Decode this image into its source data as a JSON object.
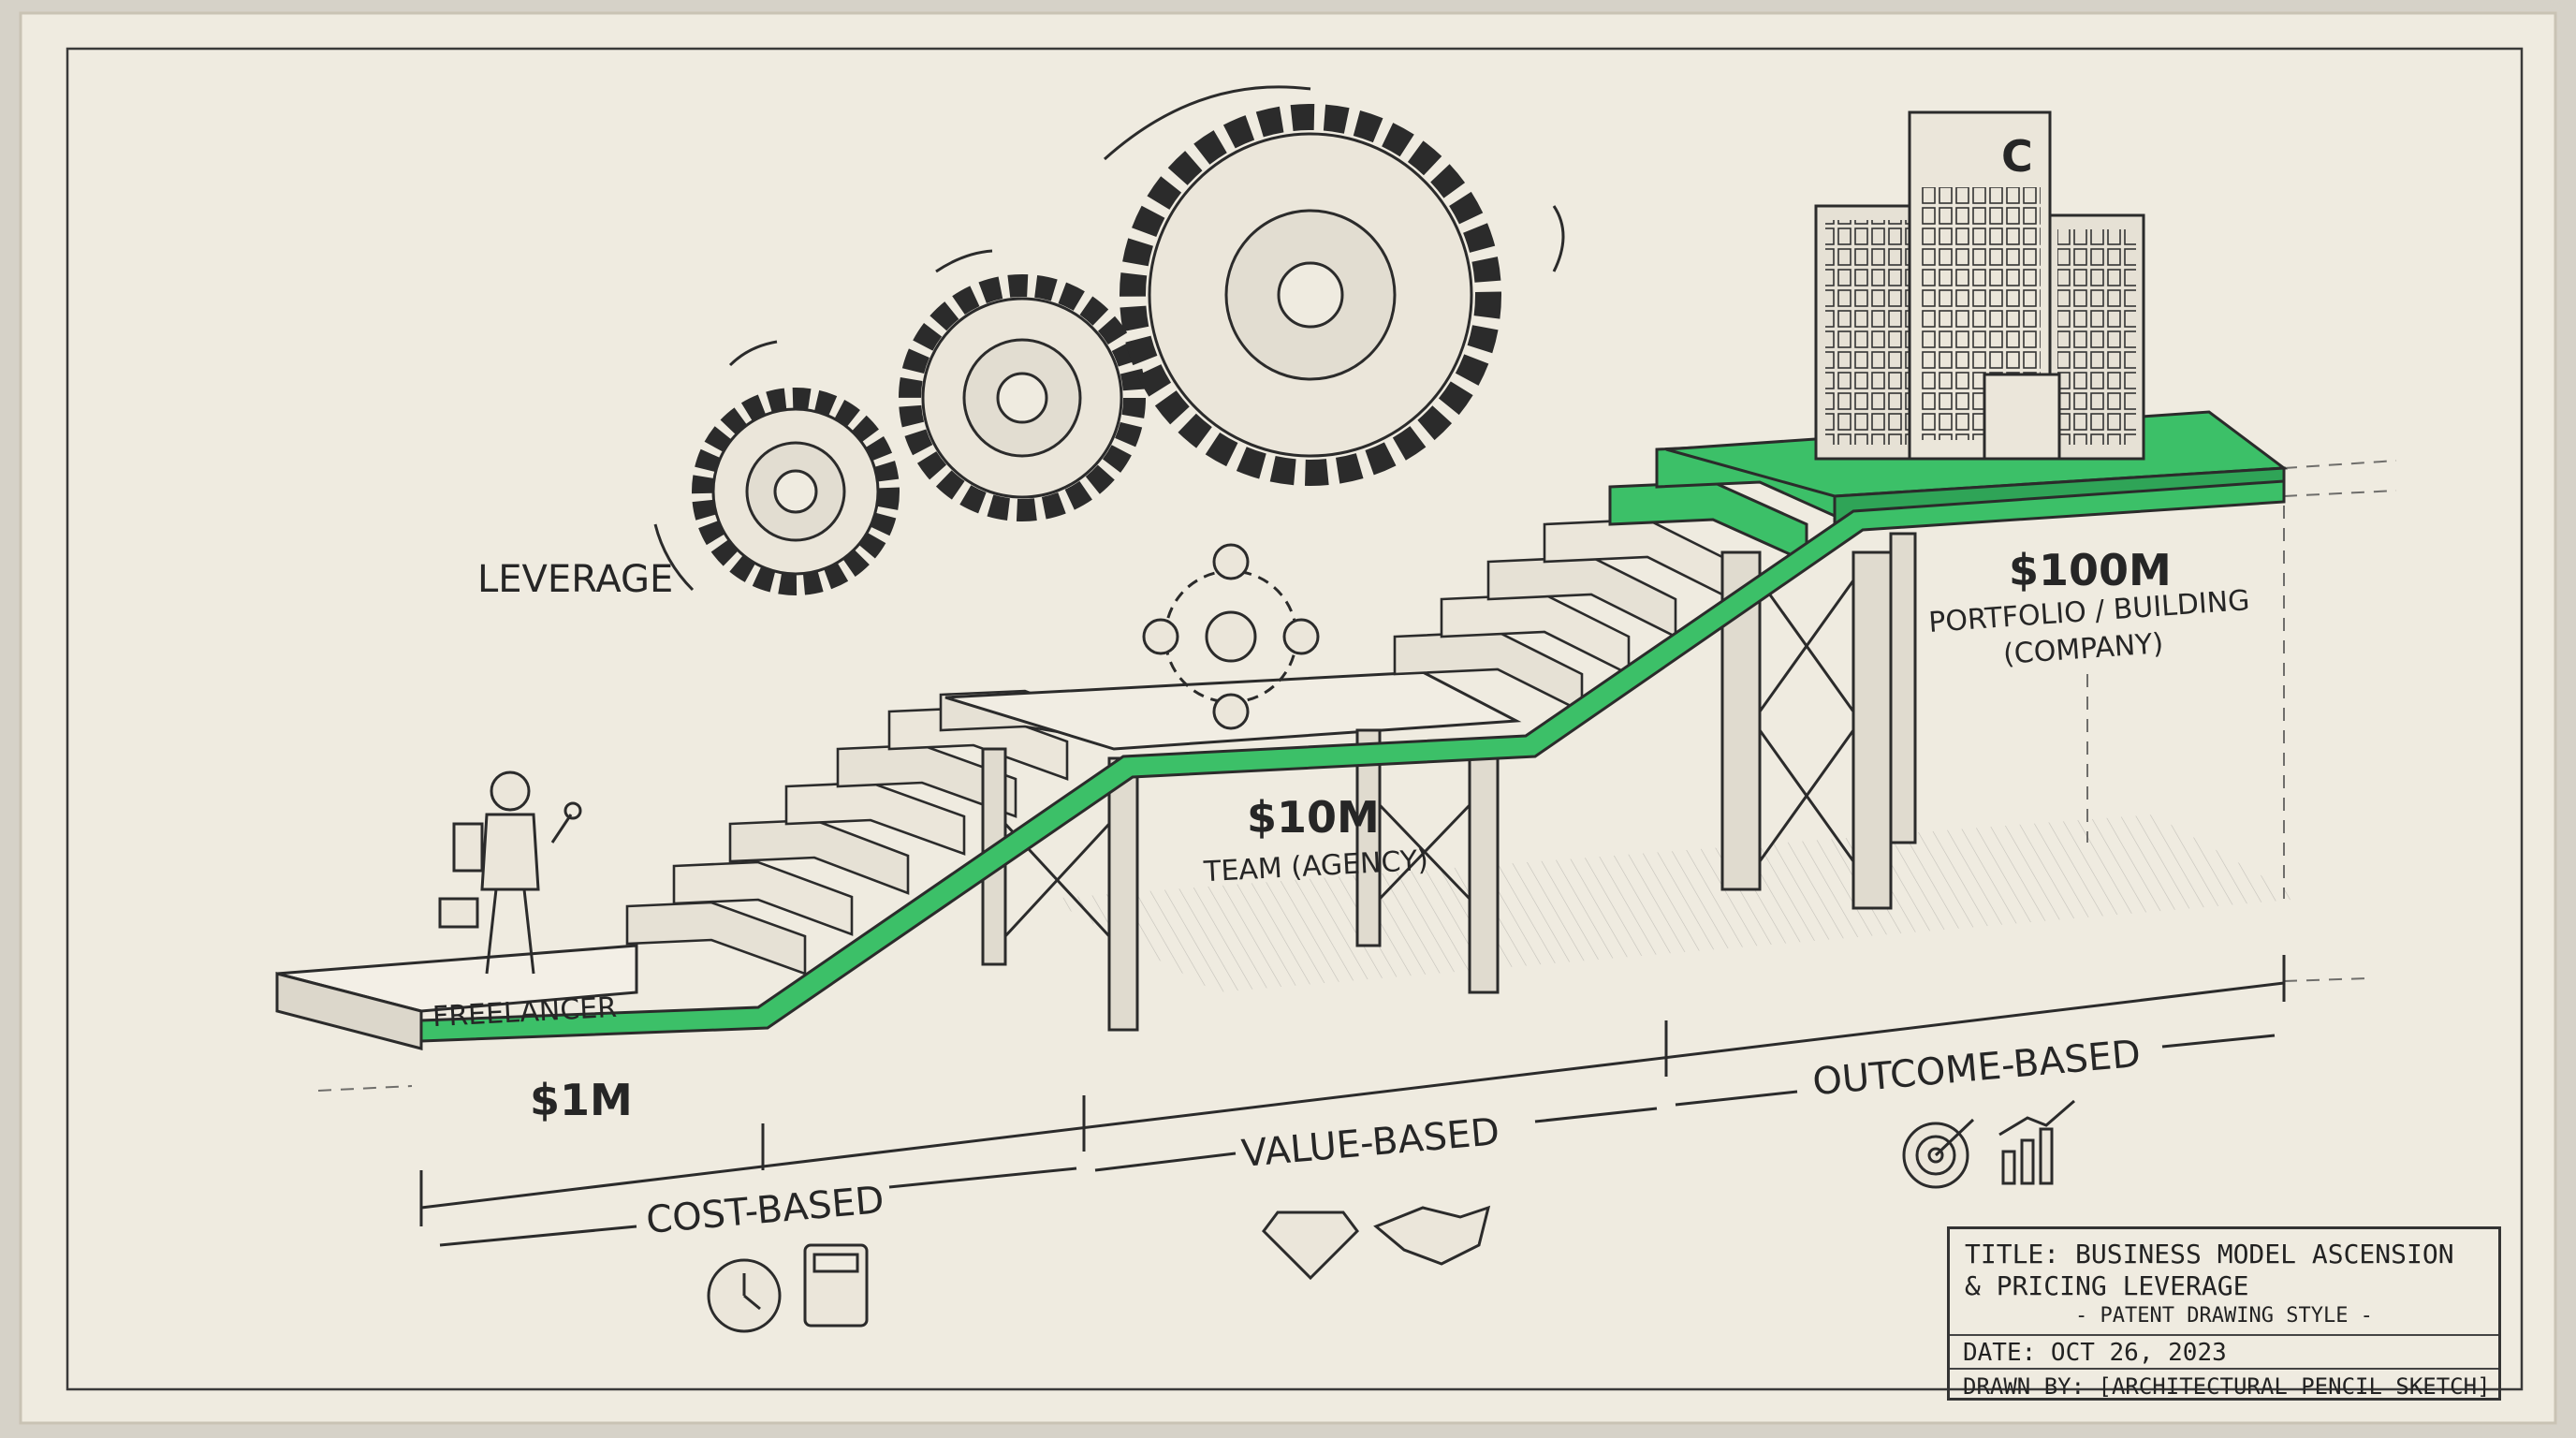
{
  "labels": {
    "leverage": "LEVERAGE",
    "freelancer": "FREELANCER",
    "stage1_value": "$1M",
    "stage2_value": "$10M",
    "stage2_name": "TEAM (AGENCY)",
    "stage3_value": "$100M",
    "stage3_name_line1": "PORTFOLIO / BUILDING",
    "stage3_name_line2": "(COMPANY)",
    "building_logo": "C"
  },
  "pricing": {
    "cost_based": "COST-BASED",
    "value_based": "VALUE-BASED",
    "outcome_based": "OUTCOME-BASED"
  },
  "icons": {
    "cost_based": [
      "clock-icon",
      "calculator-icon"
    ],
    "value_based": [
      "diamond-icon",
      "handshake-icon"
    ],
    "outcome_based": [
      "target-icon",
      "growth-chart-icon"
    ],
    "stage1": "freelancer-figure-icon",
    "stage2": "team-network-icon",
    "stage3": "office-building-icon"
  },
  "title_block": {
    "title_line1": "TITLE: BUSINESS MODEL ASCENSION",
    "title_line2": "& PRICING LEVERAGE",
    "subtitle": "- PATENT DRAWING STYLE -",
    "date": "DATE: OCT 26, 2023",
    "drawn_by": "DRAWN BY: [ARCHITECTURAL PENCIL SKETCH]"
  },
  "colors": {
    "paper": "#efebe0",
    "pencil": "#2b2b2b",
    "accent_green": "#3cc068"
  }
}
